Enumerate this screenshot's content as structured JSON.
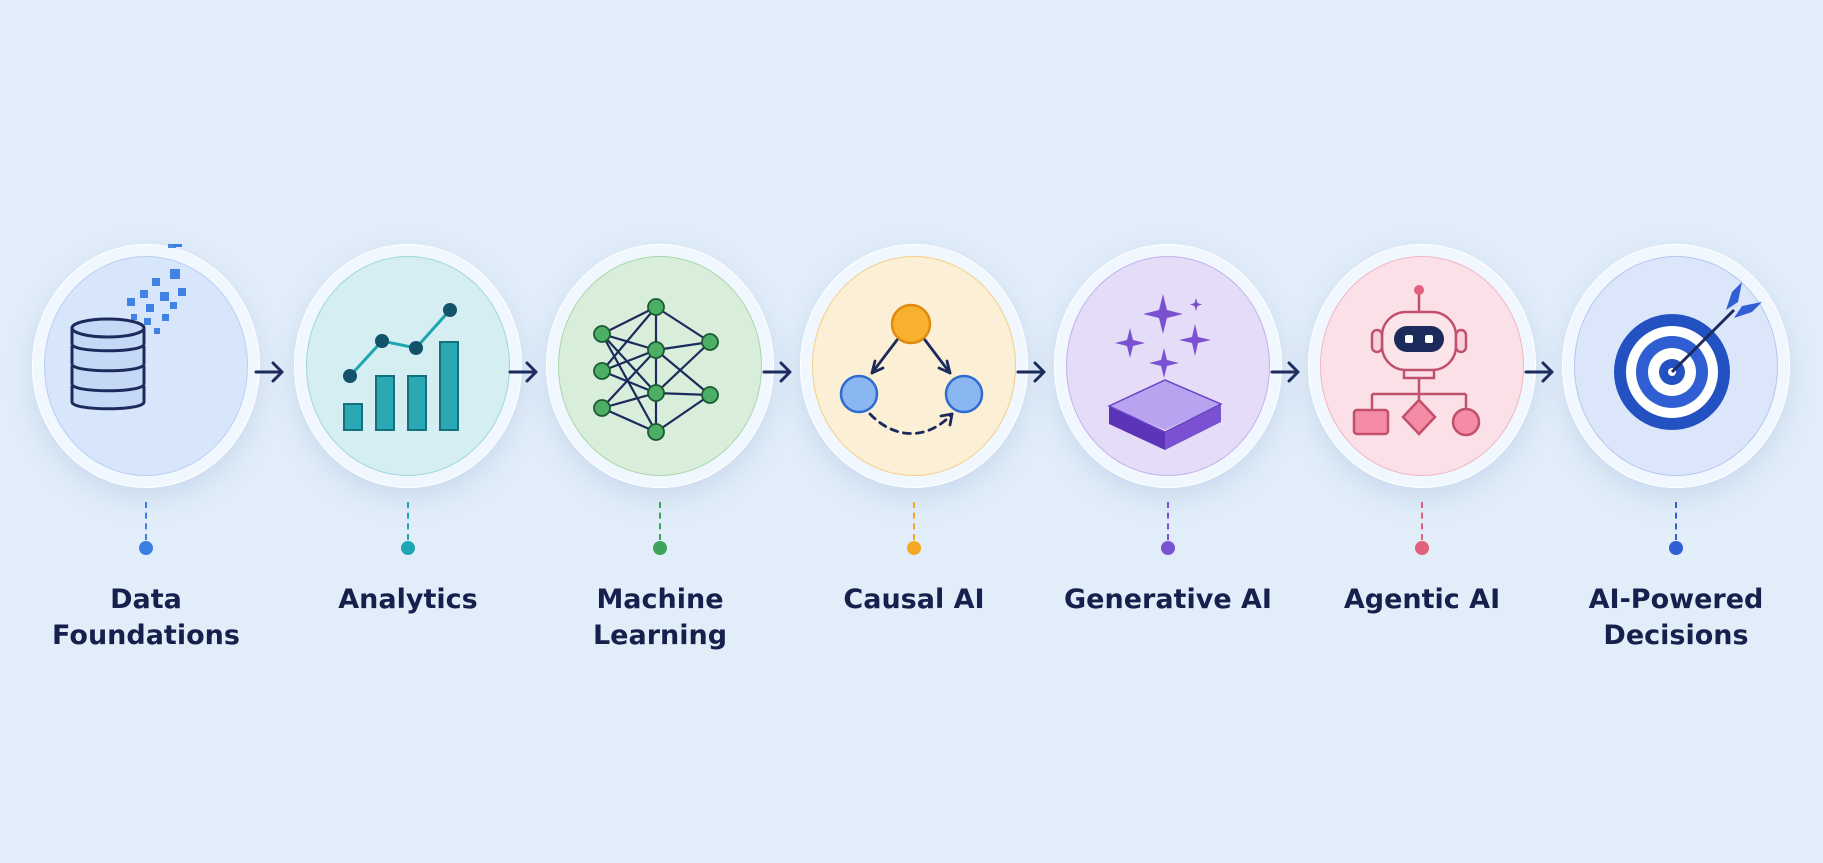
{
  "diagram": {
    "stages": [
      {
        "id": "data-foundations",
        "label": "Data\nFoundations",
        "icon": "database-icon",
        "color": "#3b7de0"
      },
      {
        "id": "analytics",
        "label": "Analytics",
        "icon": "bar-chart-icon",
        "color": "#1fa4b2"
      },
      {
        "id": "machine-learning",
        "label": "Machine\nLearning",
        "icon": "neural-network-icon",
        "color": "#3fa45a"
      },
      {
        "id": "causal-ai",
        "label": "Causal AI",
        "icon": "causal-graph-icon",
        "color": "#f4a826"
      },
      {
        "id": "generative-ai",
        "label": "Generative AI",
        "icon": "sparkle-platform-icon",
        "color": "#7a52d1"
      },
      {
        "id": "agentic-ai",
        "label": "Agentic AI",
        "icon": "robot-icon",
        "color": "#e0607e"
      },
      {
        "id": "ai-powered-decisions",
        "label": "AI-Powered\nDecisions",
        "icon": "target-icon",
        "color": "#2f5fd2"
      }
    ],
    "arrow_color": "#1c2a5c"
  }
}
